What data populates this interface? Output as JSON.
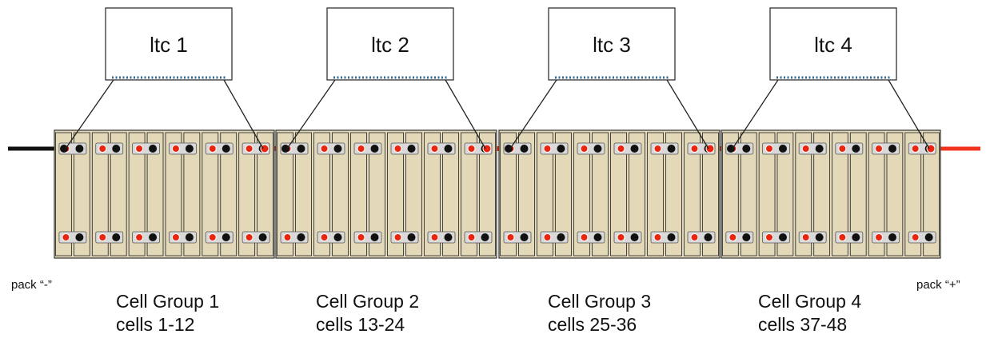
{
  "colors": {
    "module_fill": "#e3d9b8",
    "module_stroke": "#333333",
    "ltc_stroke": "#333333",
    "pin_color": "#2e6b96",
    "terminal_red": "#e8250f",
    "terminal_black": "#111111",
    "wire_negative": "#111111",
    "wire_positive": "#f0341d"
  },
  "pack": {
    "negative_label": "pack “-”",
    "positive_label": "pack “+”"
  },
  "groups": [
    {
      "ltc_label": "ltc 1",
      "title": "Cell Group 1",
      "cells": "cells 1-12"
    },
    {
      "ltc_label": "ltc 2",
      "title": "Cell Group 2",
      "cells": "cells 13-24"
    },
    {
      "ltc_label": "ltc 3",
      "title": "Cell Group 3",
      "cells": "cells 25-36"
    },
    {
      "ltc_label": "ltc 4",
      "title": "Cell Group 4",
      "cells": "cells 37-48"
    }
  ]
}
